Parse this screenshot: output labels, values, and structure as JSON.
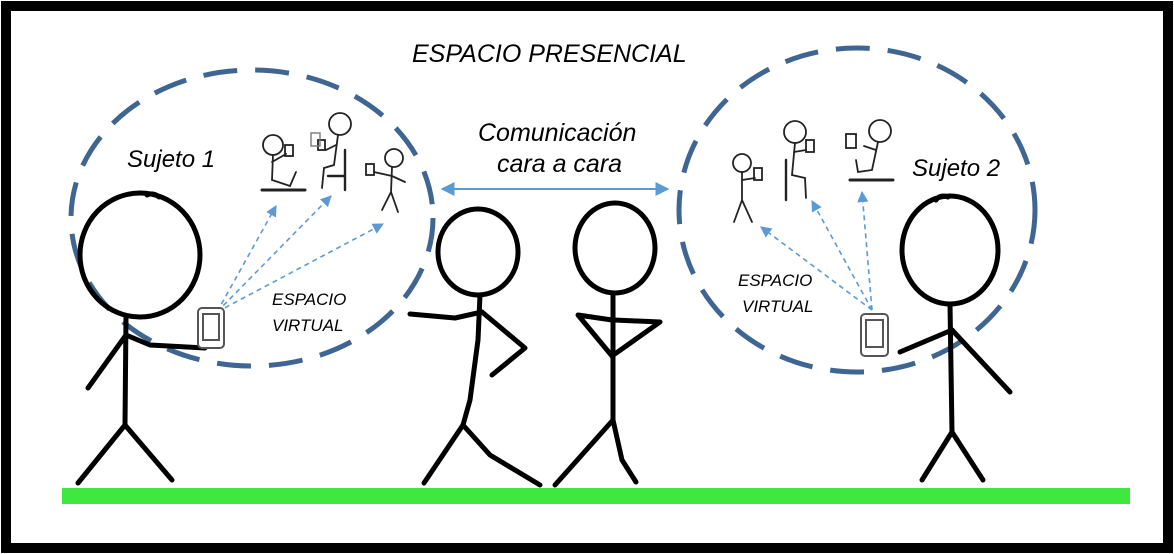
{
  "labels": {
    "title": "ESPACIO PRESENCIAL",
    "communication_line1": "Comunicación",
    "communication_line2": "cara a cara",
    "subject1": "Sujeto 1",
    "subject2": "Sujeto 2",
    "virtual_space_left_line1": "ESPACIO",
    "virtual_space_left_line2": "VIRTUAL",
    "virtual_space_right_line1": "ESPACIO",
    "virtual_space_right_line2": "VIRTUAL"
  },
  "colors": {
    "frame": "#000000",
    "bubble_dash": "#3f6592",
    "arrow": "#5b9bd5",
    "ground": "#3ee83e",
    "ink": "#000000"
  }
}
